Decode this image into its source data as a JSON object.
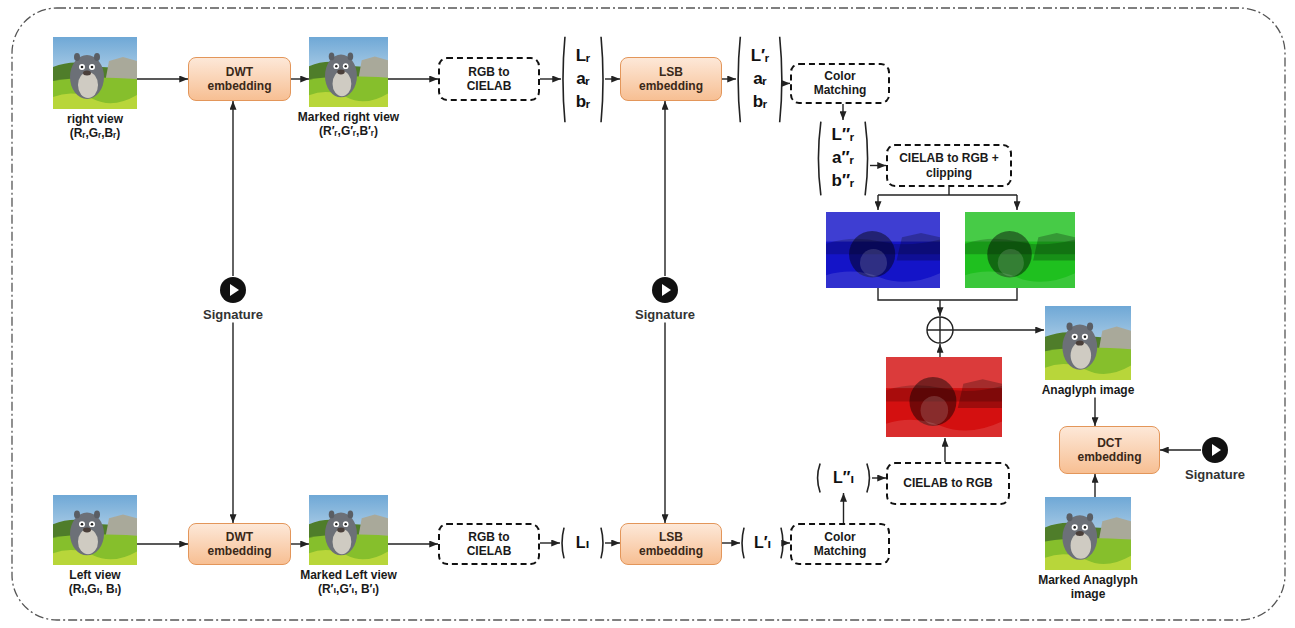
{
  "diagram": {
    "nodes": [
      {
        "text": [
          "right view",
          "(Rᵣ,Gᵣ,Bᵣ)"
        ]
      },
      {
        "text": [
          "DWT embedding"
        ]
      },
      {
        "text": [
          "Marked right view",
          "(R′ᵣ,G′ᵣ,B′ᵣ)"
        ]
      },
      {
        "text": [
          "RGB to CIELAB"
        ]
      },
      {
        "text": [
          "Lᵣ",
          "aᵣ",
          "bᵣ"
        ]
      },
      {
        "text": [
          "LSB embedding"
        ]
      },
      {
        "text": [
          "L′ᵣ",
          "aᵣ",
          "bᵣ"
        ]
      },
      {
        "text": [
          "Color Matching"
        ]
      },
      {
        "text": [
          "L″ᵣ",
          "a″ᵣ",
          "b″ᵣ"
        ]
      },
      {
        "text": [
          "CIELAB to RGB + clipping"
        ]
      },
      {
        "text": [
          "Signature"
        ]
      },
      {
        "text": [
          "Signature"
        ]
      },
      {
        "text": [
          "Anaglyph image"
        ]
      },
      {
        "text": [
          "DCT embedding"
        ]
      },
      {
        "text": [
          "Signature"
        ]
      },
      {
        "text": [
          "Marked Anaglyph image"
        ]
      },
      {
        "text": [
          "CIELAB to RGB"
        ]
      },
      {
        "text": [
          "L″ₗ"
        ]
      },
      {
        "text": [
          "Left view",
          "(Rₗ,Gₗ, Bₗ)"
        ]
      },
      {
        "text": [
          "DWT embedding"
        ]
      },
      {
        "text": [
          "Marked Left view",
          "(R′ₗ,G′ₗ, B′ₗ)"
        ]
      },
      {
        "text": [
          "RGB to CIELAB"
        ]
      },
      {
        "text": [
          "Lₗ"
        ]
      },
      {
        "text": [
          "LSB embedding"
        ]
      },
      {
        "text": [
          "L′ₗ"
        ]
      },
      {
        "text": [
          "Color Matching"
        ]
      }
    ],
    "edges": [
      {
        "from": 0,
        "to": 1,
        "arrow": "to"
      },
      {
        "from": 1,
        "to": 2,
        "arrow": "to"
      },
      {
        "from": 2,
        "to": 3,
        "arrow": "to"
      },
      {
        "from": 3,
        "to": 4,
        "arrow": "to"
      },
      {
        "from": 4,
        "to": 5,
        "arrow": "to"
      },
      {
        "from": 5,
        "to": 6,
        "arrow": "to"
      },
      {
        "from": 6,
        "to": 7,
        "arrow": "to"
      },
      {
        "from": 7,
        "to": 8,
        "arrow": "to"
      },
      {
        "from": 8,
        "to": 9,
        "arrow": "to"
      },
      {
        "from": 10,
        "to": 1,
        "arrow": "to"
      },
      {
        "from": 10,
        "to": 19,
        "arrow": "to"
      },
      {
        "from": 11,
        "to": 5,
        "arrow": "to"
      },
      {
        "from": 11,
        "to": 23,
        "arrow": "to"
      },
      {
        "from": 18,
        "to": 19,
        "arrow": "to"
      },
      {
        "from": 19,
        "to": 20,
        "arrow": "to"
      },
      {
        "from": 20,
        "to": 21,
        "arrow": "to"
      },
      {
        "from": 21,
        "to": 22,
        "arrow": "to"
      },
      {
        "from": 22,
        "to": 23,
        "arrow": "to"
      },
      {
        "from": 23,
        "to": 24,
        "arrow": "to"
      },
      {
        "from": 24,
        "to": 25,
        "arrow": "to"
      },
      {
        "from": 25,
        "to": 17,
        "arrow": "to"
      },
      {
        "from": 17,
        "to": 16,
        "arrow": "to"
      },
      {
        "from": 12,
        "to": 13,
        "arrow": "to"
      },
      {
        "from": 15,
        "to": 13,
        "arrow": "to"
      },
      {
        "from": 14,
        "to": 13,
        "arrow": "to"
      }
    ]
  }
}
